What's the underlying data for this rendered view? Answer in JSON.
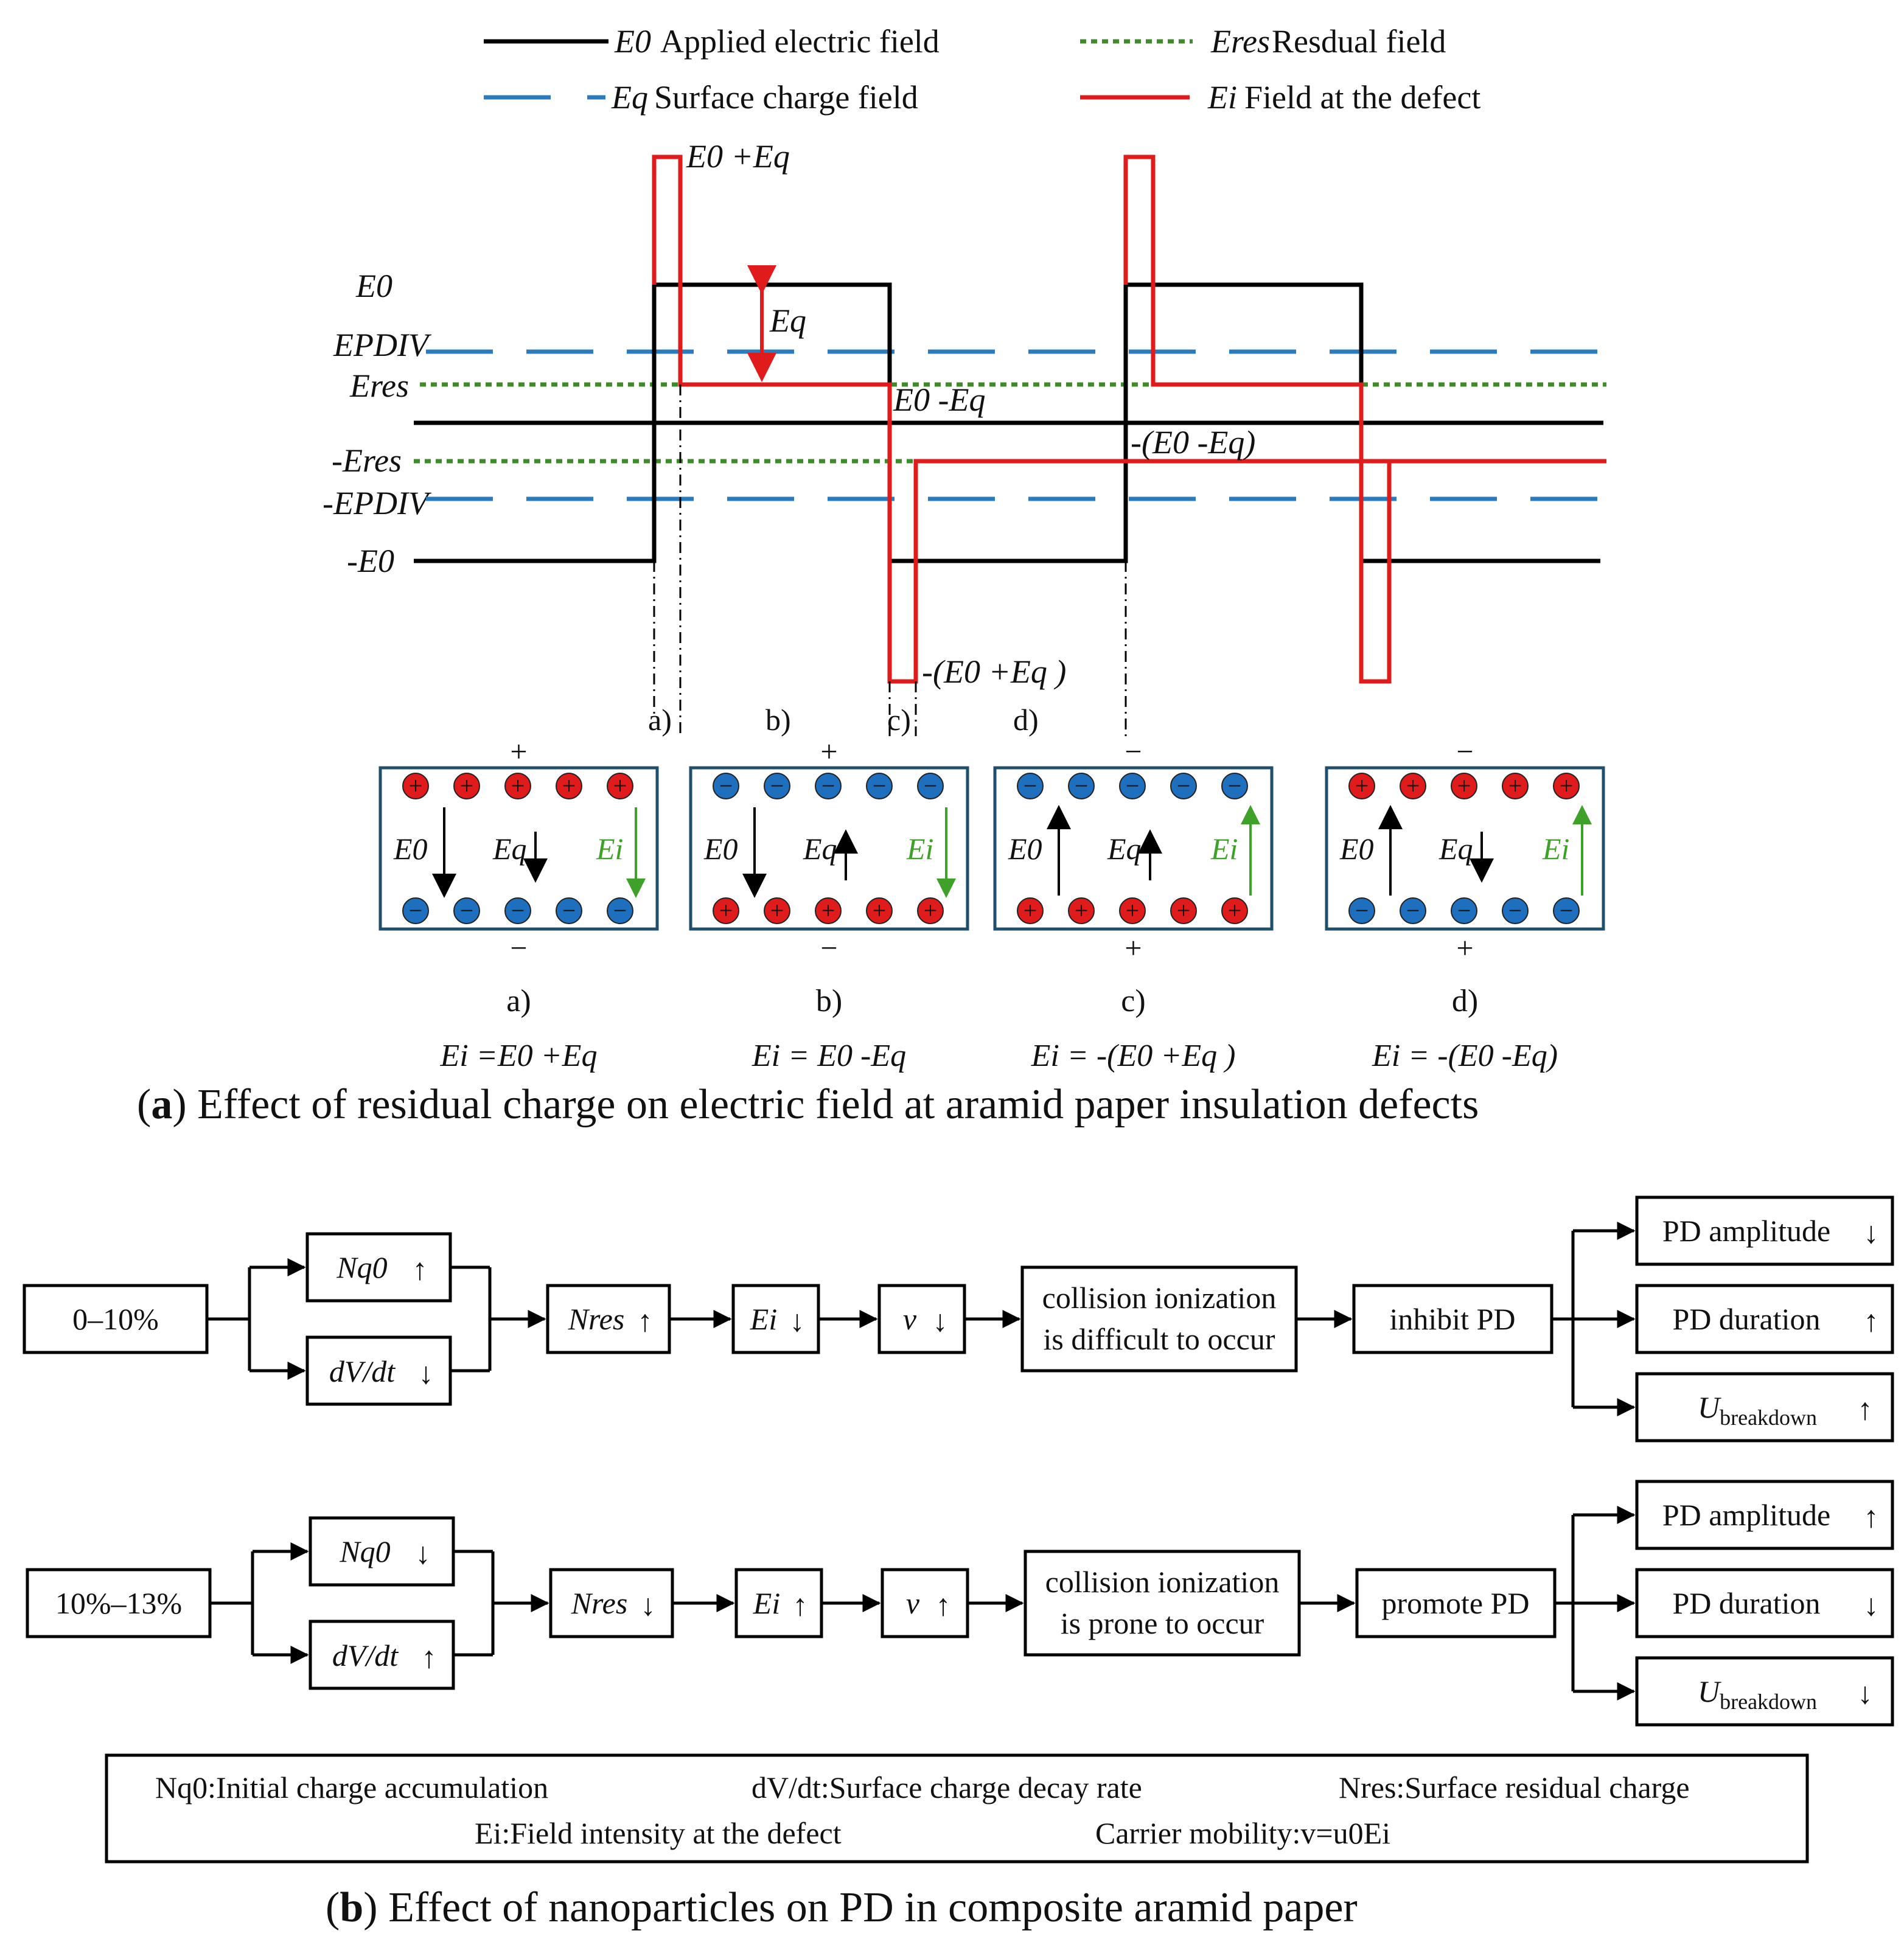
{
  "colors": {
    "applied": "#000000",
    "surface": "#2b7bbf",
    "residual": "#3f8a2a",
    "defect": "#e01b1b",
    "positive_charge": "#e01b1b",
    "negative_charge": "#1f6fbf",
    "panel_border": "#1f4f6a",
    "field_arrow_green": "#3fa02a"
  },
  "legend": {
    "applied": {
      "sym": "E0",
      "text": "Applied electric field"
    },
    "residual": {
      "sym": "Eres",
      "text": "Resdual field"
    },
    "surface": {
      "sym": "Eq",
      "text": "Surface charge field"
    },
    "defect": {
      "sym": "Ei",
      "text": "Field at the defect"
    }
  },
  "waveform": {
    "y_labels": {
      "e0": "E0",
      "epdiv": "EPDIV",
      "eres": "Eres",
      "neg_eres": "-Eres",
      "neg_epdiv": "-EPDIV",
      "neg_e0": "-E0"
    },
    "annotations": {
      "peak": "E0 +Eq",
      "eq": "Eq",
      "e0_minus_eq": "E0 -Eq",
      "neg_e0_minus_eq": "-(E0 -Eq)",
      "neg_e0_plus_eq": "-(E0 +Eq )"
    },
    "markers": [
      "a)",
      "b)",
      "c)",
      "d)"
    ]
  },
  "panels": [
    {
      "label": "a)",
      "top_sign": "+",
      "bottom_sign": "−",
      "top_charge": "+",
      "bottom_charge": "−",
      "eq_dir": "down",
      "e0_dir": "down",
      "ei_dir": "down",
      "formula": "Ei =E0 +Eq"
    },
    {
      "label": "b)",
      "top_sign": "+",
      "bottom_sign": "−",
      "top_charge": "−",
      "bottom_charge": "+",
      "eq_dir": "up",
      "e0_dir": "down",
      "ei_dir": "down",
      "formula": "Ei = E0 -Eq"
    },
    {
      "label": "c)",
      "top_sign": "−",
      "bottom_sign": "+",
      "top_charge": "−",
      "bottom_charge": "+",
      "eq_dir": "up",
      "e0_dir": "up",
      "ei_dir": "up",
      "formula": "Ei = -(E0 +Eq )"
    },
    {
      "label": "d)",
      "top_sign": "−",
      "bottom_sign": "+",
      "top_charge": "+",
      "bottom_charge": "−",
      "eq_dir": "down",
      "e0_dir": "up",
      "ei_dir": "up",
      "formula": "Ei = -(E0 -Eq)"
    }
  ],
  "panel_field_labels": {
    "e0": "E0",
    "eq": "Eq",
    "ei": "Ei"
  },
  "caption_a": {
    "bold": "a",
    "text": "Effect of residual charge on electric field at aramid paper insulation defects"
  },
  "flow": {
    "row1": {
      "start": "0–10%",
      "nq0": "Nq0",
      "nq0_arrow": "↑",
      "dvdt": "dV/dt",
      "dvdt_arrow": "↓",
      "nres": "Nres",
      "nres_arrow": "↑",
      "ei": "Ei",
      "ei_arrow": "↓",
      "v": "v",
      "v_arrow": "↓",
      "collision_line1": "collision ionization",
      "collision_line2": "is difficult to occur",
      "effect": "inhibit PD",
      "out1": "PD amplitude",
      "out1_arrow": "↓",
      "out2": "PD duration",
      "out2_arrow": "↑",
      "out3": "U",
      "out3_sub": "breakdown",
      "out3_arrow": "↑"
    },
    "row2": {
      "start": "10%–13%",
      "nq0": "Nq0",
      "nq0_arrow": "↓",
      "dvdt": "dV/dt",
      "dvdt_arrow": "↑",
      "nres": "Nres",
      "nres_arrow": "↓",
      "ei": "Ei",
      "ei_arrow": "↑",
      "v": "v",
      "v_arrow": "↑",
      "collision_line1": "collision ionization",
      "collision_line2": "is prone to occur",
      "effect": "promote PD",
      "out1": "PD amplitude",
      "out1_arrow": "↑",
      "out2": "PD duration",
      "out2_arrow": "↓",
      "out3": "U",
      "out3_sub": "breakdown",
      "out3_arrow": "↓"
    }
  },
  "glossary": {
    "nq0": "Nq0:Initial charge accumulation",
    "dvdt": "dV/dt:Surface charge decay rate",
    "nres": "Nres:Surface residual charge",
    "ei": "Ei:Field intensity at the defect",
    "mobility": "Carrier mobility:v=u0Ei"
  },
  "caption_b": {
    "bold": "b",
    "text": "Effect of nanoparticles on PD in composite aramid paper"
  }
}
